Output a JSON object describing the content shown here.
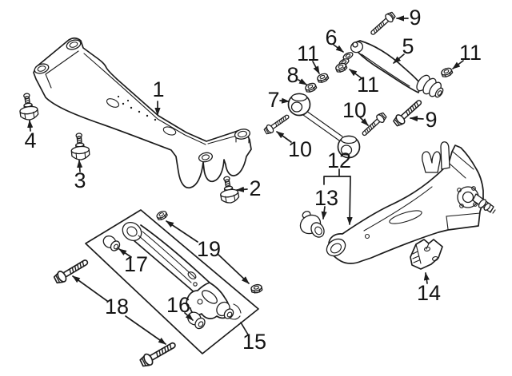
{
  "figure": {
    "colors": {
      "line": "#1c1c1c",
      "background": "#ffffff"
    }
  },
  "callouts": {
    "c1": {
      "label": "1"
    },
    "c2": {
      "label": "2"
    },
    "c3": {
      "label": "3"
    },
    "c4": {
      "label": "4"
    },
    "c5": {
      "label": "5"
    },
    "c6": {
      "label": "6"
    },
    "c7": {
      "label": "7"
    },
    "c8": {
      "label": "8"
    },
    "c9a": {
      "label": "9"
    },
    "c9b": {
      "label": "9"
    },
    "c10a": {
      "label": "10"
    },
    "c10b": {
      "label": "10"
    },
    "c11a": {
      "label": "11"
    },
    "c11b": {
      "label": "11"
    },
    "c11c": {
      "label": "11"
    },
    "c12": {
      "label": "12"
    },
    "c13": {
      "label": "13"
    },
    "c14": {
      "label": "14"
    },
    "c15": {
      "label": "15"
    },
    "c16": {
      "label": "16"
    },
    "c17": {
      "label": "17"
    },
    "c18": {
      "label": "18"
    },
    "c19": {
      "label": "19"
    }
  }
}
